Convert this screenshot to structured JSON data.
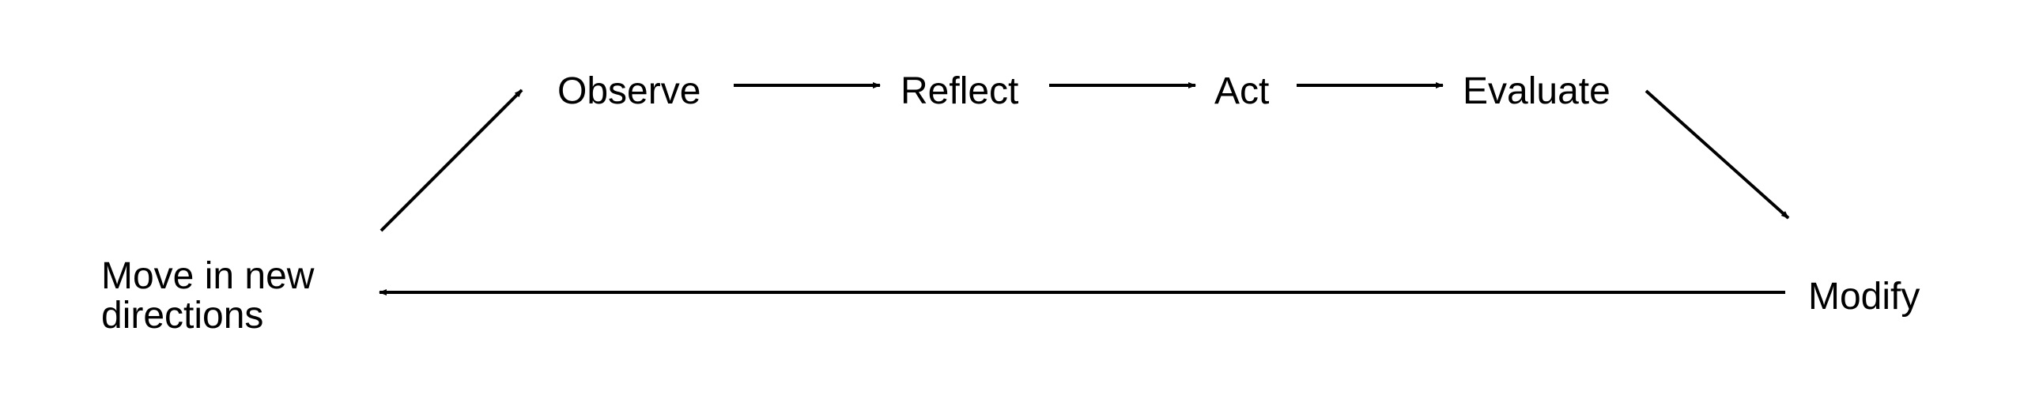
{
  "diagram": {
    "nodes": {
      "observe": "Observe",
      "reflect": "Reflect",
      "act": "Act",
      "evaluate": "Evaluate",
      "modify": "Modify",
      "move_line1": "Move in new",
      "move_line2": "directions"
    },
    "edges": [
      {
        "from": "Observe",
        "to": "Reflect"
      },
      {
        "from": "Reflect",
        "to": "Act"
      },
      {
        "from": "Act",
        "to": "Evaluate"
      },
      {
        "from": "Evaluate",
        "to": "Modify"
      },
      {
        "from": "Modify",
        "to": "Move in new directions"
      },
      {
        "from": "Move in new directions",
        "to": "Observe"
      }
    ],
    "colors": {
      "stroke": "#000000",
      "text": "#000000",
      "background": "#ffffff"
    }
  }
}
